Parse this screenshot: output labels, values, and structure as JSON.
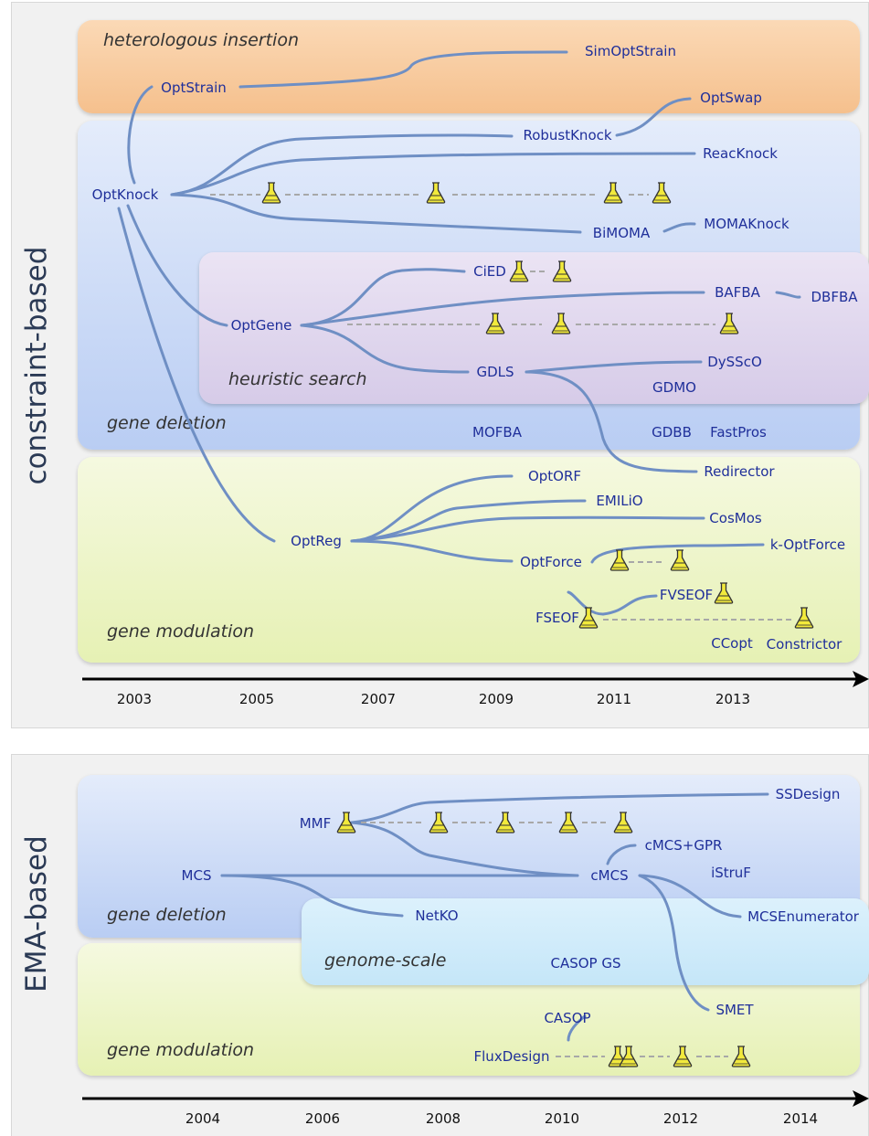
{
  "top": {
    "side_label": "constraint-based",
    "regions": {
      "heterologous": "heterologous insertion",
      "deletion": "gene deletion",
      "heuristic": "heuristic search",
      "modulation": "gene modulation"
    },
    "nodes": {
      "optstrain": "OptStrain",
      "simoptstrain": "SimOptStrain",
      "optswap": "OptSwap",
      "robustknock": "RobustKnock",
      "reacknock": "ReacKnock",
      "optknock": "OptKnock",
      "bimoma": "BiMOMA",
      "momaknock": "MOMAKnock",
      "cied": "CiED",
      "bafba": "BAFBA",
      "dbfba": "DBFBA",
      "optgene": "OptGene",
      "dyssco": "DySScO",
      "gdls": "GDLS",
      "gdmo": "GDMO",
      "mofba": "MOFBA",
      "gdbb": "GDBB",
      "fastpros": "FastPros",
      "redirector": "Redirector",
      "optorf": "OptORF",
      "emilio": "EMILiO",
      "cosmos": "CosMos",
      "optreg": "OptReg",
      "k_optforce": "k-OptForce",
      "optforce": "OptForce",
      "fvseof": "FVSEOF",
      "fseof": "FSEOF",
      "ccopt": "CCopt",
      "constrictor": "Constrictor"
    },
    "ticks": [
      "2003",
      "2005",
      "2007",
      "2009",
      "2011",
      "2013"
    ]
  },
  "bottom": {
    "side_label": "EMA-based",
    "regions": {
      "deletion": "gene deletion",
      "genome": "genome-scale",
      "modulation": "gene modulation"
    },
    "nodes": {
      "ssdesign": "SSDesign",
      "mmf": "MMF",
      "cmcs_gpr": "cMCS+GPR",
      "mcs": "MCS",
      "cmcs": "cMCS",
      "istruf": "iStruF",
      "netko": "NetKO",
      "mcsenumerator": "MCSEnumerator",
      "casop_gs": "CASOP GS",
      "casop": "CASOP",
      "smet": "SMET",
      "fluxdesign": "FluxDesign"
    },
    "ticks": [
      "2004",
      "2006",
      "2008",
      "2010",
      "2012",
      "2014"
    ]
  },
  "colors": {
    "node_text": "#1f2f9a",
    "link": "#6f8fc4",
    "heterologous_band": "#f7c89c",
    "deletion_band": "#c9d9f7",
    "heuristic_band": "#ddd2ec",
    "modulation_band": "#eef6c6",
    "genome_band": "#d3ecfa",
    "flask": "#f2ea3c"
  },
  "icons": [
    "flask-icon",
    "axis-arrow-icon"
  ]
}
